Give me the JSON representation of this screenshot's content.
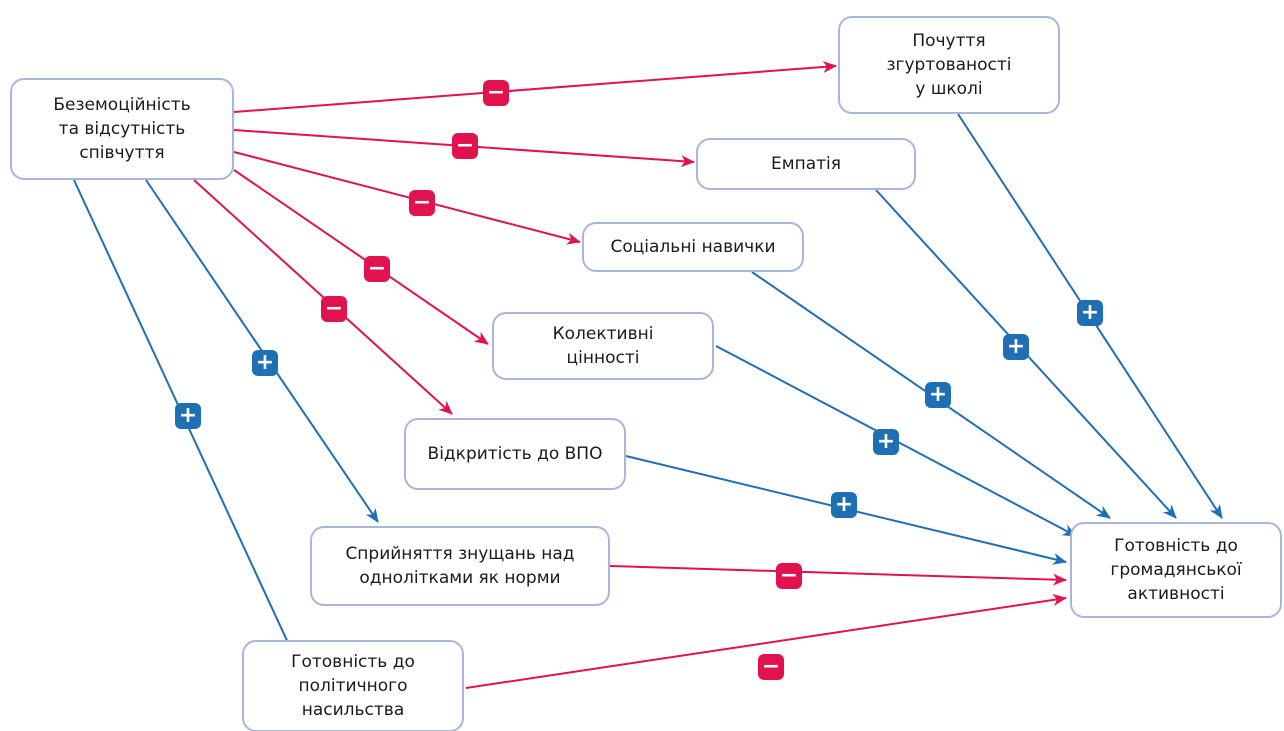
{
  "nodes": {
    "source": "Беземоційність\nта відсутність\nспівчуття",
    "cohesion": "Почуття\nзгуртованості\nу школі",
    "empathy": "Емпатія",
    "social": "Соціальні навички",
    "collective": "Колективні\nцінності",
    "idp": "Відкритість до ВПО",
    "bullying": "Сприйняття знущань над\nоднолітками як норми",
    "political": "Готовність до\nполітичного\nнасильства",
    "civic": "Готовність до\nгромадянської\nактивності"
  },
  "signs": {
    "negative": "−",
    "positive": "+"
  },
  "colors": {
    "negative": "#e0134f",
    "positive": "#1f6fb5",
    "node_border": "#a9b6dc"
  },
  "edges": [
    {
      "from": "source",
      "to": "cohesion",
      "effect": "negative"
    },
    {
      "from": "source",
      "to": "empathy",
      "effect": "negative"
    },
    {
      "from": "source",
      "to": "social",
      "effect": "negative"
    },
    {
      "from": "source",
      "to": "collective",
      "effect": "negative"
    },
    {
      "from": "source",
      "to": "idp",
      "effect": "negative"
    },
    {
      "from": "source",
      "to": "bullying",
      "effect": "positive"
    },
    {
      "from": "source",
      "to": "political",
      "effect": "positive"
    },
    {
      "from": "cohesion",
      "to": "civic",
      "effect": "positive"
    },
    {
      "from": "empathy",
      "to": "civic",
      "effect": "positive"
    },
    {
      "from": "social",
      "to": "civic",
      "effect": "positive"
    },
    {
      "from": "collective",
      "to": "civic",
      "effect": "positive"
    },
    {
      "from": "idp",
      "to": "civic",
      "effect": "positive"
    },
    {
      "from": "bullying",
      "to": "civic",
      "effect": "negative"
    },
    {
      "from": "political",
      "to": "civic",
      "effect": "negative"
    }
  ]
}
